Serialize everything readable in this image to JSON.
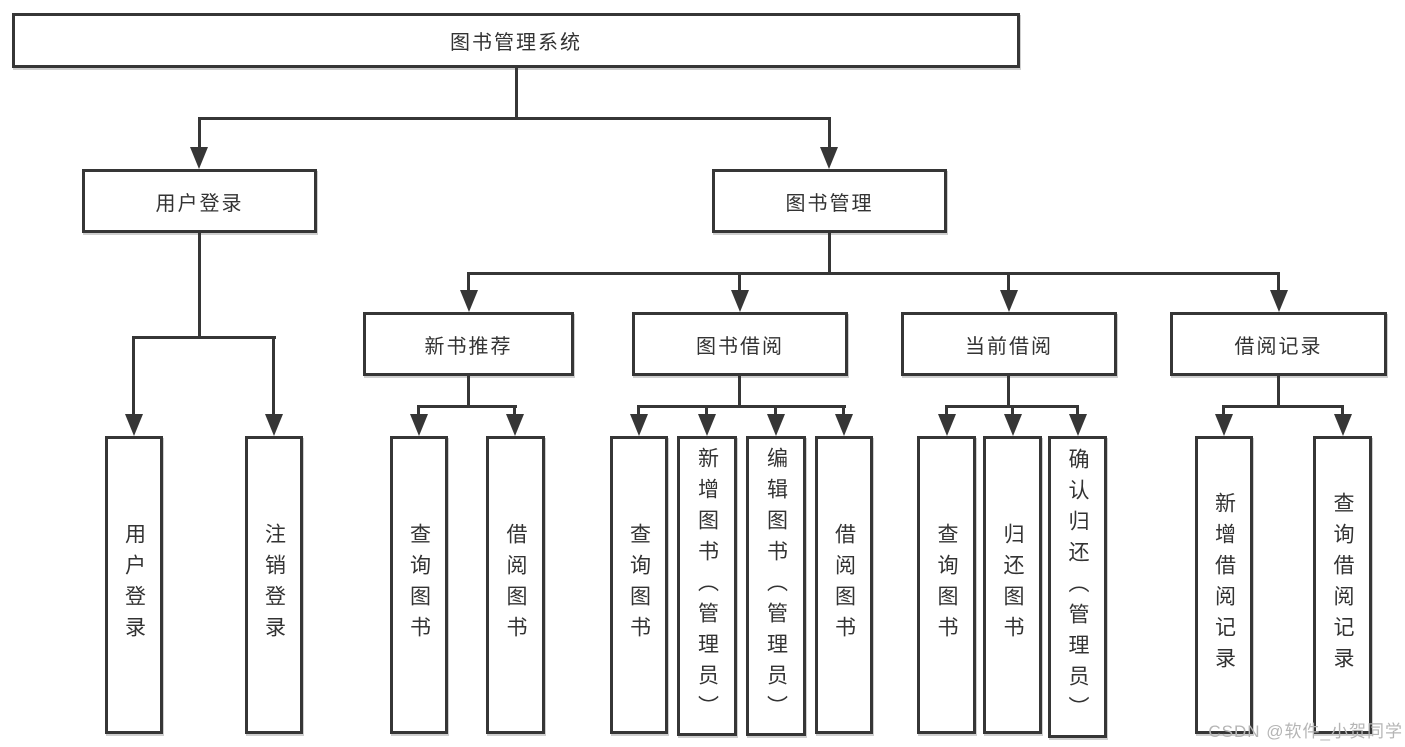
{
  "diagram": {
    "root": {
      "label": "图书管理系统"
    },
    "level2": {
      "user_login": {
        "label": "用户登录"
      },
      "book_mgmt": {
        "label": "图书管理"
      }
    },
    "level3": {
      "new_book_rec": {
        "label": "新书推荐"
      },
      "book_borrow": {
        "label": "图书借阅"
      },
      "current_borrow": {
        "label": "当前借阅"
      },
      "borrow_record": {
        "label": "借阅记录"
      }
    },
    "leaves": {
      "user_login_leaf": {
        "label": "用户登录"
      },
      "logout": {
        "label": "注销登录"
      },
      "rec_query_book": {
        "label": "查询图书"
      },
      "rec_borrow_book": {
        "label": "借阅图书"
      },
      "bb_query_book": {
        "label": "查询图书"
      },
      "bb_add_book": {
        "label": "新增图书（管理员）"
      },
      "bb_edit_book": {
        "label": "编辑图书（管理员）"
      },
      "bb_borrow_book": {
        "label": "借阅图书"
      },
      "cb_query_book": {
        "label": "查询图书"
      },
      "cb_return_book": {
        "label": "归还图书"
      },
      "cb_confirm_return": {
        "label": "确认归还（管理员）"
      },
      "br_add_record": {
        "label": "新增借阅记录"
      },
      "br_query_record": {
        "label": "查询借阅记录"
      }
    },
    "structure": {
      "图书管理系统": {
        "用户登录": [
          "用户登录",
          "注销登录"
        ],
        "图书管理": {
          "新书推荐": [
            "查询图书",
            "借阅图书"
          ],
          "图书借阅": [
            "查询图书",
            "新增图书（管理员）",
            "编辑图书（管理员）",
            "借阅图书"
          ],
          "当前借阅": [
            "查询图书",
            "归还图书",
            "确认归还（管理员）"
          ],
          "借阅记录": [
            "新增借阅记录",
            "查询借阅记录"
          ]
        }
      }
    }
  },
  "watermark": {
    "text": "CSDN @软件_小贺同学"
  },
  "colors": {
    "box_border": "#363636",
    "connector": "#363636",
    "label_text": "#333333",
    "watermark_text": "#b5b5b5",
    "background": "#ffffff"
  }
}
